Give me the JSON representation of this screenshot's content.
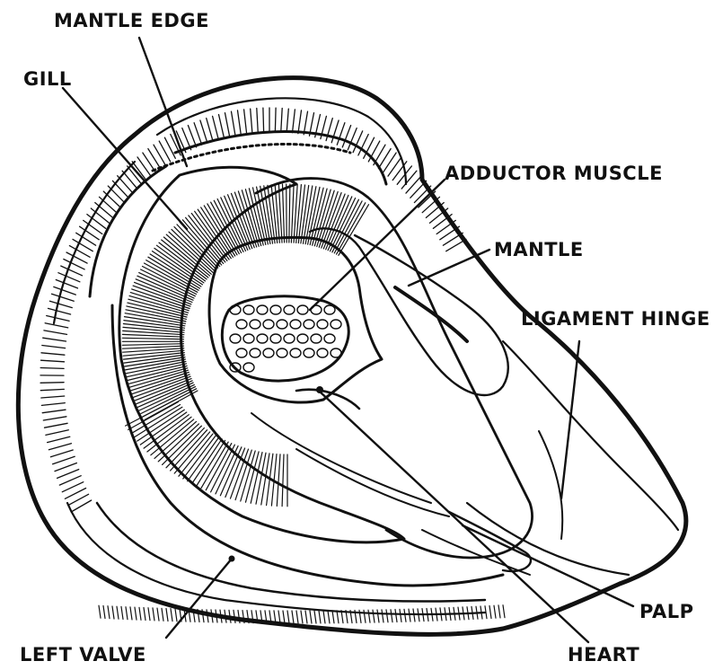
{
  "diagram": {
    "labels": {
      "mantle_edge": "MANTLE EDGE",
      "gill": "GILL",
      "adductor_muscle": "ADDUCTOR MUSCLE",
      "mantle": "MANTLE",
      "ligament_hinge": "LIGAMENT HINGE",
      "palp": "PALP",
      "left_valve": "LEFT VALVE",
      "heart": "HEART"
    }
  }
}
